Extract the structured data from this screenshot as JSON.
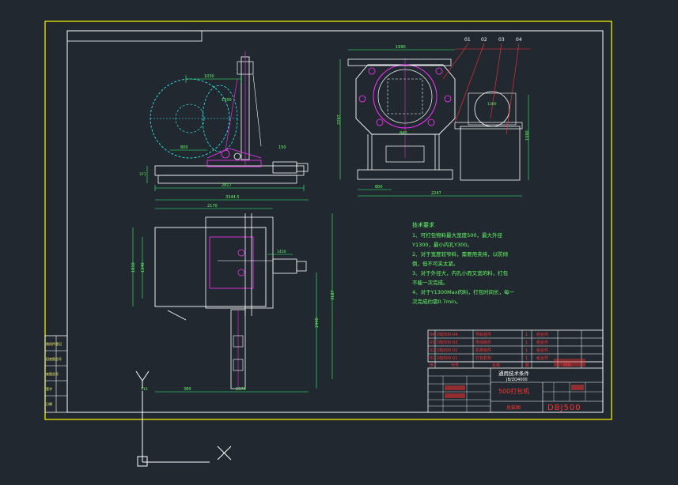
{
  "colors": {
    "background": "#212830",
    "frame": "#ffff00",
    "outline": "#ffffff",
    "dimension": "#33ff66",
    "machine": "#ffffff",
    "highlight": "#ff33ff",
    "accent_red": "#ff3333",
    "hidden_line": "#33ffff"
  },
  "front_view": {
    "dim_coil": "1030",
    "dim_diag": "1300",
    "dim_base": "800",
    "dim_width": "2817",
    "dim_left": "371",
    "dim_right": "150"
  },
  "side_view": {
    "dim_top": "1990",
    "dim_height": "2297",
    "dim_inner": "840",
    "dim_bottom_left": "800",
    "dim_bottom": "2247",
    "dim_right": "1080",
    "dim_coil": "1300",
    "balloons": [
      "01",
      "02",
      "03",
      "04"
    ]
  },
  "top_view": {
    "dim_total": "3344.5",
    "dim_top": "2170",
    "dim_left_outer": "1810",
    "dim_left_inner": "1340",
    "dim_mid": "1450",
    "dim_right_outer": "3187",
    "dim_right_inner": "2440",
    "dim_bottom_1": "380",
    "dim_bottom_2": "1070",
    "dim_origin": "115"
  },
  "notes": {
    "title": "技术要求",
    "lines": [
      "1、可打包物料最大宽度500，最大外径",
      "Y1300，最小内孔Y300。",
      "2、对于宽度较窄料，需要用夹持，以防倾",
      "倒，但不可夹太紧。",
      "3、对于外径大，内孔小而又宽的料，打包",
      "不能一次完成。",
      "4、对于Y1300Max的料，打包时间长，每一",
      "次完成约需0.7min。"
    ]
  },
  "title_block": {
    "standard": "通用技术条件",
    "code": "JB/ZQ4000",
    "product": "500打包机",
    "drawing_no": "DBJ500",
    "org": "总装图",
    "parts": [
      {
        "no": "04",
        "code": "DBJ500-04",
        "name": "导轨组件",
        "qty": "1",
        "mat": "组合件"
      },
      {
        "no": "03",
        "code": "DBJ500-03",
        "name": "传动组件",
        "qty": "1",
        "mat": "组合件"
      },
      {
        "no": "02",
        "code": "DBJ500-02",
        "name": "机架组件",
        "qty": "1",
        "mat": "组合件"
      },
      {
        "no": "01",
        "code": "DBJ500-01",
        "name": "打包机构",
        "qty": "1",
        "mat": "组合件"
      }
    ],
    "header": [
      "序",
      "代号",
      "名称",
      "数",
      "材料"
    ]
  },
  "left_strip": [
    "借用件登记",
    "旧底图总号",
    "底图总号",
    "签字",
    "日期"
  ],
  "ucs": {
    "y_label": "Y",
    "x_label": "X"
  }
}
